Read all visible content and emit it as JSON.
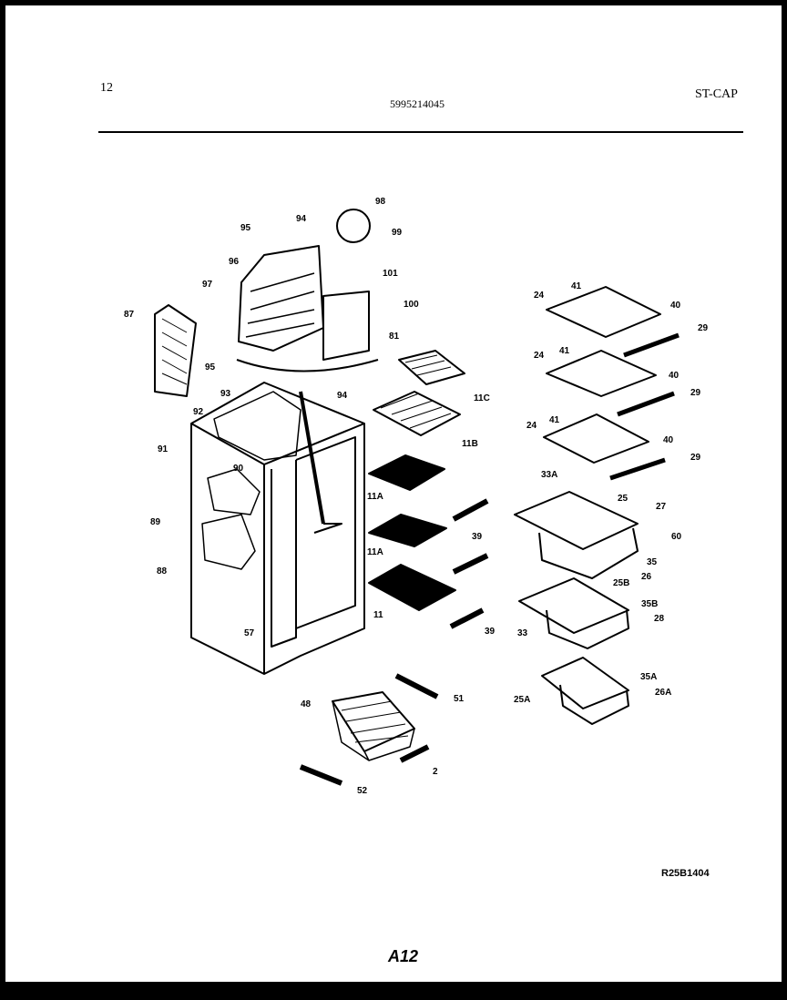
{
  "header": {
    "page_number": "12",
    "part_number": "5995214045",
    "model_code": "ST-CAP"
  },
  "footer": {
    "drawing_ref": "R25B1404",
    "page_code": "A12"
  },
  "callouts": [
    "98",
    "95",
    "94",
    "99",
    "96",
    "101",
    "97",
    "100",
    "87",
    "81",
    "95",
    "94",
    "11C",
    "93",
    "92",
    "11B",
    "91",
    "90",
    "11A",
    "11A",
    "89",
    "88",
    "57",
    "11",
    "39",
    "39",
    "48",
    "51",
    "2",
    "52",
    "41",
    "24",
    "40",
    "29",
    "41",
    "24",
    "40",
    "29",
    "41",
    "24",
    "40",
    "29",
    "33A",
    "25",
    "27",
    "60",
    "35",
    "26",
    "25B",
    "35B",
    "28",
    "33",
    "35A",
    "25A",
    "26A"
  ],
  "colors": {
    "background": "#ffffff",
    "frame": "#000000"
  }
}
